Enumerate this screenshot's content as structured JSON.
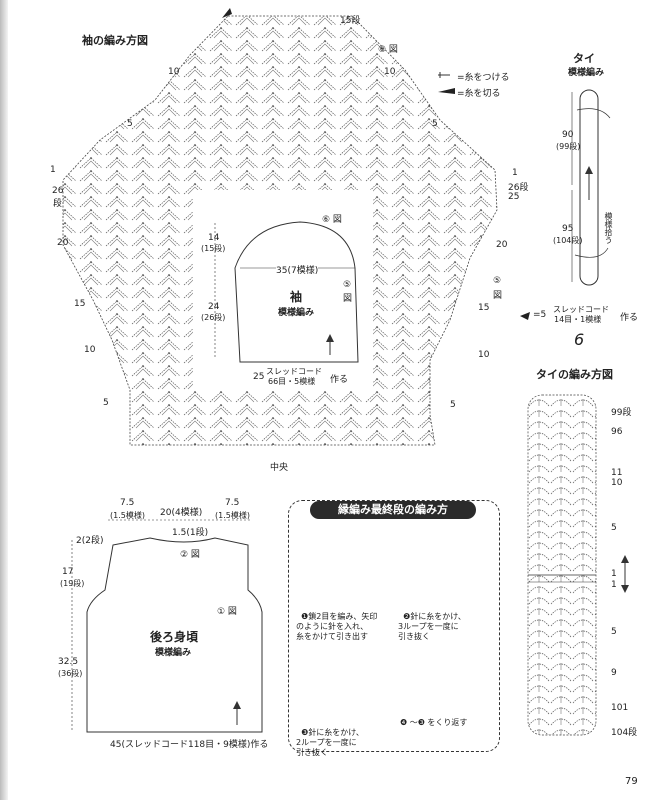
{
  "sleeve_chart": {
    "title": "袖の編み方図",
    "fig_ref": "⑥ 図",
    "legend_attach": "=糸をつける",
    "legend_cut": "=糸を切る",
    "center": "中央",
    "rows": {
      "r15": "15段",
      "r10": "10",
      "r5": "5",
      "r1": "1",
      "r26": "26段",
      "r25": "25",
      "r20": "20"
    },
    "left_rows": {
      "r10": "10",
      "r5": "5",
      "r1": "1",
      "r26": "26",
      "r26b": "段",
      "r20": "20",
      "r15": "15"
    },
    "bottom_left": {
      "r10": "10",
      "r5": "5"
    },
    "bottom_right": {
      "r5": "5"
    }
  },
  "sleeve_diagram": {
    "name": "袖",
    "pattern": "模様編み",
    "fig6": "⑥ 図",
    "fig5a": "⑤",
    "fig5b": "図",
    "fig5c": "⑤",
    "fig5d": "図",
    "width": "35",
    "width_sub": "(7模様)",
    "height_top": "14",
    "height_top_sub": "(15段)",
    "height_bottom": "24",
    "height_bottom_sub": "(26段)",
    "bottom_num": "25",
    "bottom_label1": "スレッドコード",
    "bottom_label2": "66目・5模様",
    "bottom_suffix": "作る"
  },
  "back_body": {
    "name": "後ろ身頃",
    "pattern": "模様編み",
    "fig1": "① 図",
    "fig2": "② 図",
    "top_left": "7.5",
    "top_left_sub": "(1.5模様)",
    "top_mid": "20",
    "top_mid_sub": "(4模様)",
    "top_right": "7.5",
    "top_right_sub": "(1.5模様)",
    "neck": "1.5",
    "neck_sub": "(1段)",
    "shoulder": "2",
    "shoulder_sub": "(2段)",
    "armhole": "17",
    "armhole_sub": "(19段)",
    "body": "32.5",
    "body_sub": "(36段)",
    "bottom": "45",
    "bottom_sub": "(スレッドコード118目・9模様)",
    "bottom_suffix": "作る"
  },
  "edging_panel": {
    "title": "縁編み最終段の編み方",
    "steps": [
      {
        "num": "❶",
        "text": "鎖2目を編み、矢印\nのように針を入れ、\n糸をかけて引き出す"
      },
      {
        "num": "❷",
        "text": "針に糸をかけ、\n3ループを一度に\n引き抜く"
      },
      {
        "num": "❸",
        "text": "針に糸をかけ、\n2ループを一度に\n引き抜く"
      },
      {
        "num": "❹",
        "text": "❹ ～❸ をくり返す"
      }
    ]
  },
  "tie": {
    "title": "タイ",
    "pattern": "模様編み",
    "len_top": "90",
    "len_top_sub": "(99段)",
    "len_bottom": "95",
    "len_bottom_sub": "(104段)",
    "pickup": "模様拾う",
    "cord_prefix": "=5",
    "cord_label1": "スレッドコード",
    "cord_label2": "14目・1模様",
    "cord_suffix": "作る",
    "page_mark": "6"
  },
  "tie_chart": {
    "title": "タイの編み方図",
    "rows": {
      "r99": "99段",
      "r96": "96",
      "r11": "11",
      "r10": "10",
      "r5a": "5",
      "r1a": "1",
      "r1b": "1",
      "r5b": "5",
      "r9": "9",
      "r101": "101",
      "r104": "104段"
    }
  },
  "page_number": "79"
}
